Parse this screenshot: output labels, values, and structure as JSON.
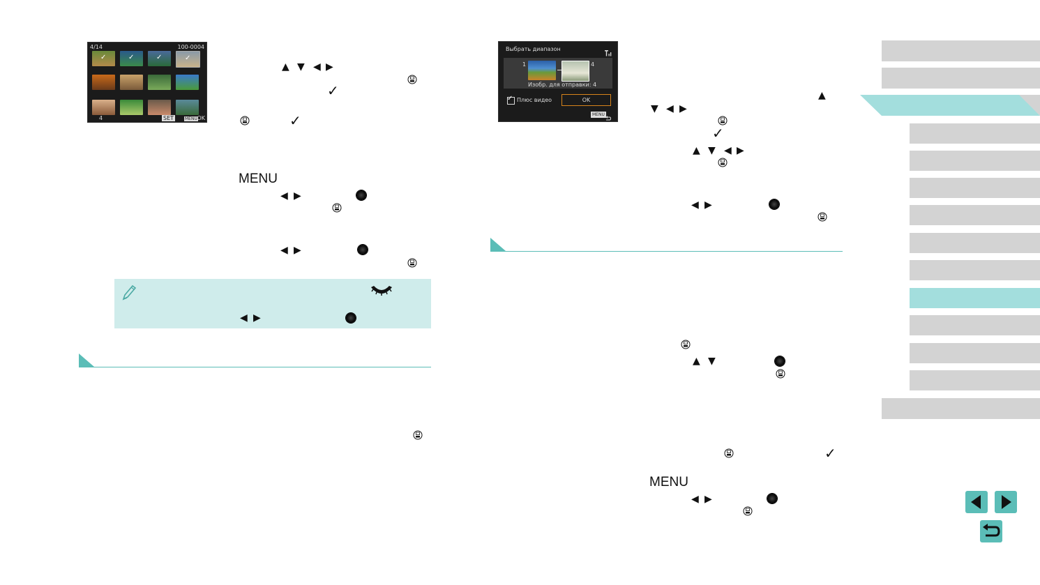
{
  "icons": {
    "arrow_up": "▲",
    "arrow_down": "▼",
    "arrow_left": "◀",
    "arrow_right": "▶",
    "check": "✓",
    "menu_word": "MENU"
  },
  "screen_left": {
    "counter": "4/14",
    "file_number": "100-0004",
    "selected_count": "4",
    "set_label": "SET",
    "menu_label": "MENU",
    "ok_label": "OK"
  },
  "screen_right": {
    "title": "Выбрать диапазон",
    "range_start": "1",
    "range_end": "4",
    "images_to_send": "Изобр. для отправки: 4",
    "plus_video": "Плюс видео",
    "ok_button": "OK",
    "menu_label": "MENU"
  },
  "colors": {
    "accent_teal": "#5bbdb7",
    "note_bg": "#cfeceb",
    "sidebar_grey": "#d3d3d3",
    "sidebar_active": "#a3dedd"
  }
}
